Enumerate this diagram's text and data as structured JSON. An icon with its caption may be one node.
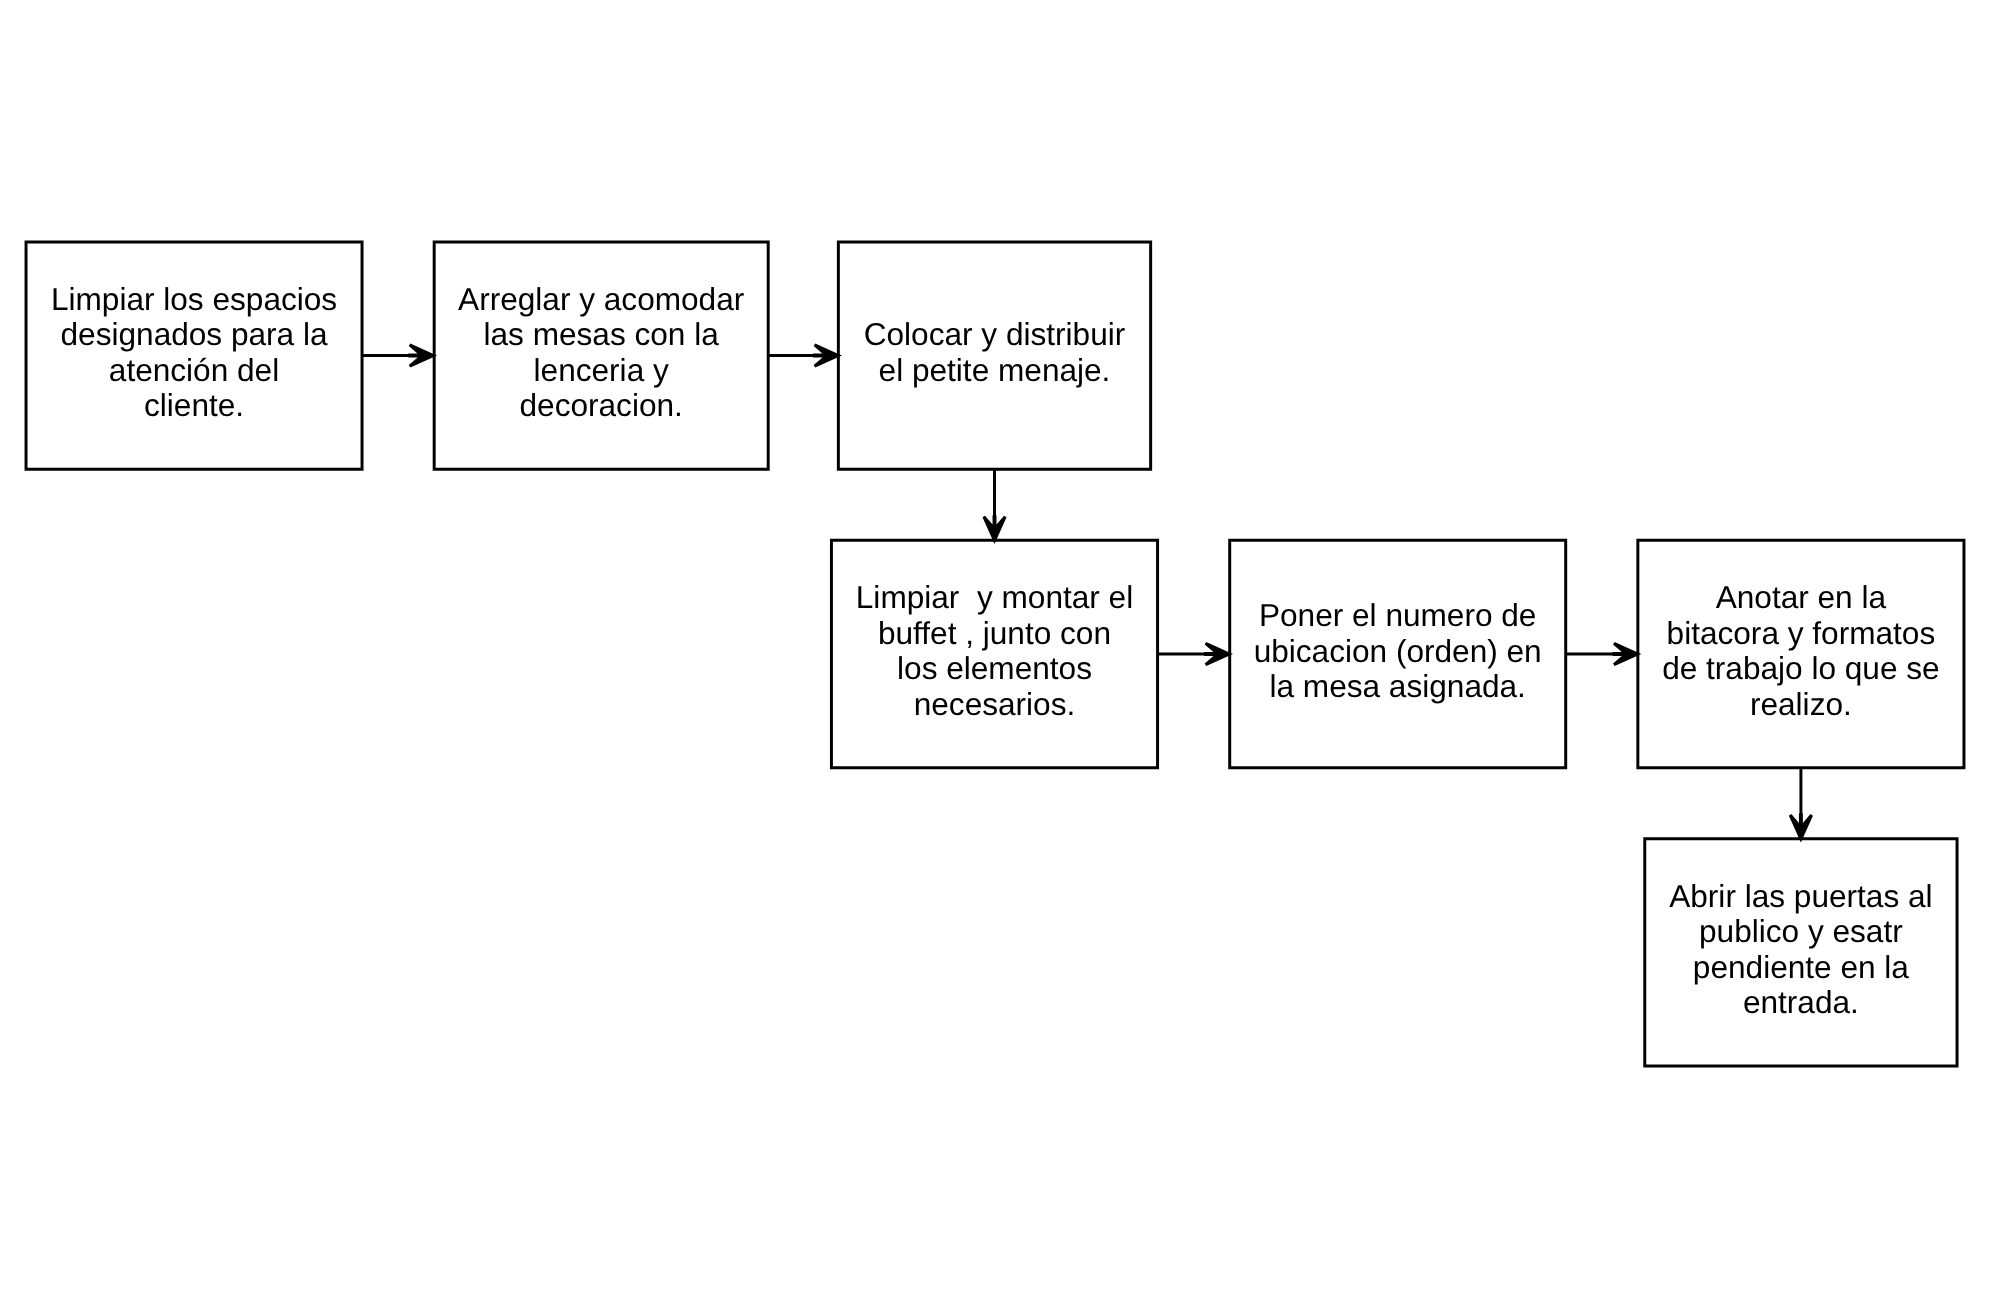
{
  "diagram": {
    "nodes": [
      {
        "text": [
          "Limpiar los espacios designados para la atención del cliente."
        ]
      },
      {
        "text": [
          "Arreglar y acomodar las mesas con la lenceria y decoracion."
        ]
      },
      {
        "text": [
          "Colocar y distribuir el petite menaje."
        ]
      },
      {
        "text": [
          "Limpiar  y montar el buffet , junto con los elementos necesarios."
        ]
      },
      {
        "text": [
          "Poner el numero de ubicacion (orden) en la mesa asignada."
        ]
      },
      {
        "text": [
          "Anotar en la bitacora y formatos de trabajo lo que se realizo."
        ]
      },
      {
        "text": [
          "Abrir las puertas al publico y esatr pendiente en la entrada."
        ]
      }
    ],
    "edges": [
      {
        "from": 0,
        "to": 1,
        "arrow": "to"
      },
      {
        "from": 1,
        "to": 2,
        "arrow": "to"
      },
      {
        "from": 2,
        "to": 3,
        "arrow": "to"
      },
      {
        "from": 3,
        "to": 4,
        "arrow": "to"
      },
      {
        "from": 4,
        "to": 5,
        "arrow": "to"
      },
      {
        "from": 5,
        "to": 6,
        "arrow": "to"
      }
    ]
  }
}
